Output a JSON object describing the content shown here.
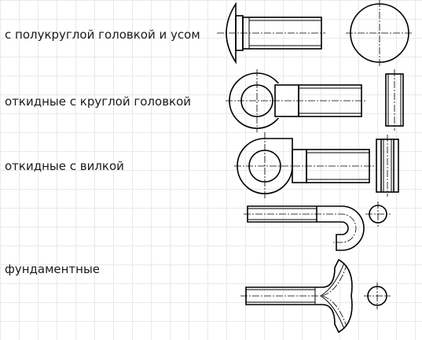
{
  "bolt_types": [
    {
      "label": "с полукруглой головкой и усом"
    },
    {
      "label": "откидные с круглой головкой"
    },
    {
      "label": "откидные с вилкой"
    },
    {
      "label": "фундаментные"
    }
  ]
}
